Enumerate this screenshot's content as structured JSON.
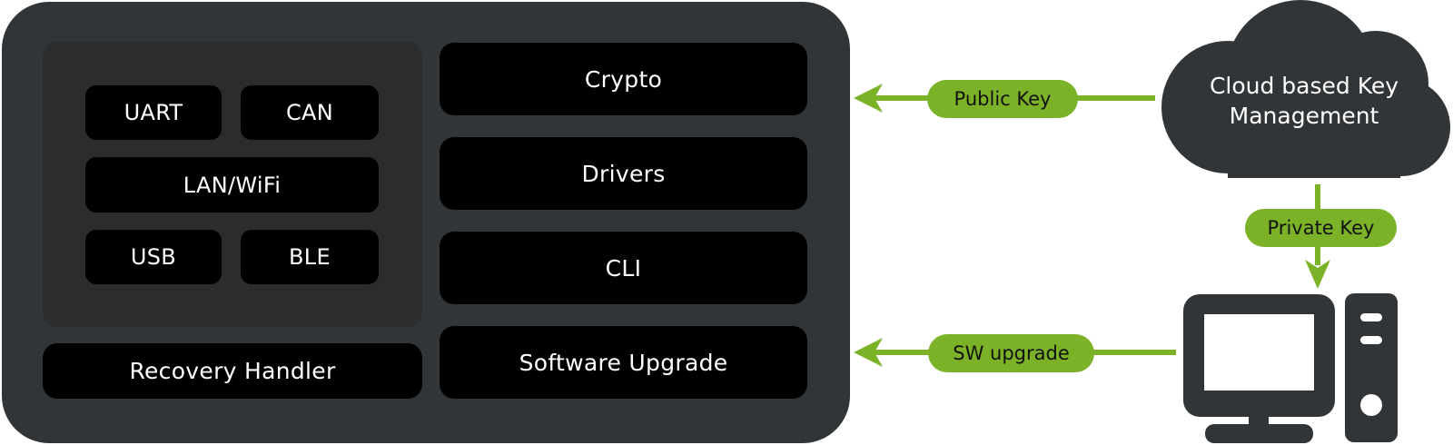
{
  "colors": {
    "device_bg": "#323537",
    "inner_bg": "#2a2c2e",
    "block_bg": "#000000",
    "accent": "#7cb228",
    "icon": "#323537"
  },
  "interfaces": {
    "uart": "UART",
    "can": "CAN",
    "lan_wifi": "LAN/WiFi",
    "usb": "USB",
    "ble": "BLE"
  },
  "modules": {
    "crypto": "Crypto",
    "drivers": "Drivers",
    "cli": "CLI",
    "software_upgrade": "Software Upgrade",
    "recovery_handler": "Recovery Handler"
  },
  "arrows": {
    "public_key": "Public Key",
    "private_key": "Private Key",
    "sw_upgrade": "SW upgrade"
  },
  "cloud": {
    "line1": "Cloud based Key",
    "line2": "Management"
  },
  "icons": {
    "cloud": "cloud-icon",
    "computer": "desktop-computer-icon"
  }
}
